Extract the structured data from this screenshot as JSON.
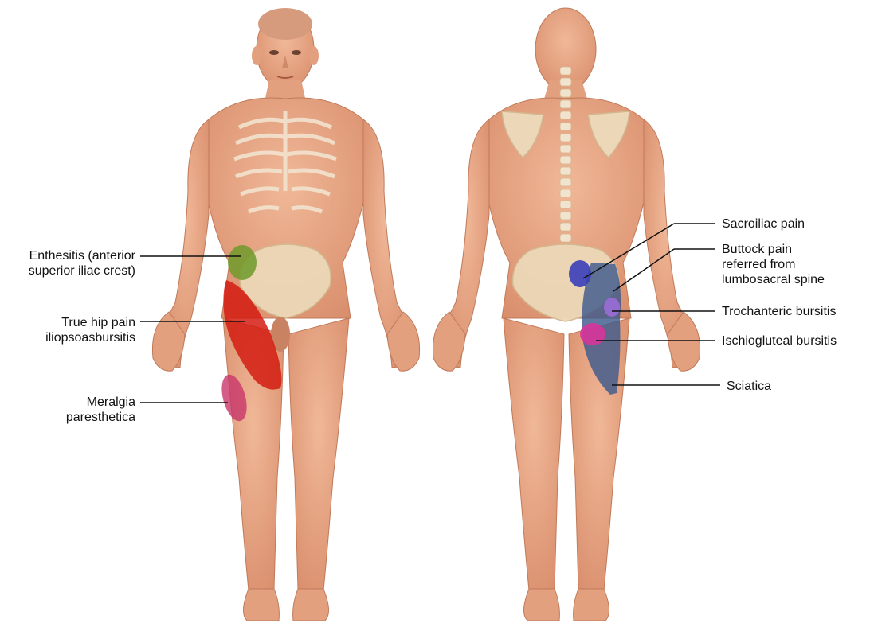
{
  "labels": {
    "enthesitis": [
      "Enthesitis (anterior",
      "superior iliac crest)"
    ],
    "true_hip": [
      "True hip pain",
      "iliopsoasbursitis"
    ],
    "meralgia": [
      "Meralgia",
      "paresthetica"
    ],
    "sacroiliac": [
      "Sacroiliac pain"
    ],
    "buttock": [
      "Buttock pain",
      "referred from",
      "lumbosacral spine"
    ],
    "trochanteric": [
      "Trochanteric bursitis"
    ],
    "ischiogluteal": [
      "Ischiogluteal bursitis"
    ],
    "sciatica": [
      "Sciatica"
    ]
  },
  "colors": {
    "skin": "#e9a887",
    "skin_shadow": "#c9805f",
    "bone": "#ecd8b8",
    "enthesitis": "#6e9a2a",
    "true_hip": "#d41c12",
    "meralgia": "#c8366a",
    "sacroiliac": "#3a3fb8",
    "trochanteric": "#9a6bd6",
    "ischiogluteal": "#d8359a",
    "sciatica": "#3e5a8c"
  }
}
